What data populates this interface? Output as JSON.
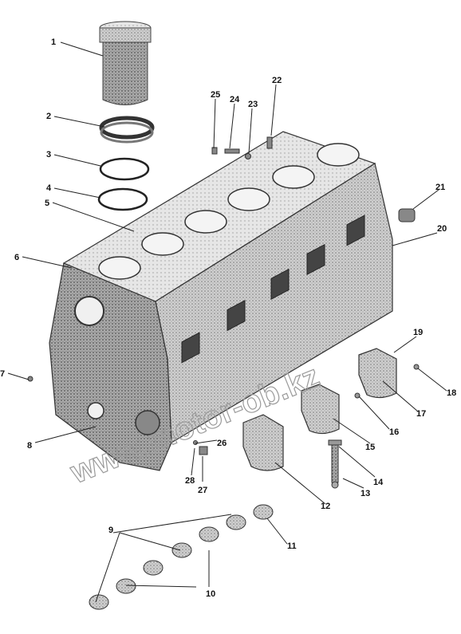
{
  "diagram": {
    "watermark": "www.motor-ob.kz",
    "callouts": [
      "1",
      "2",
      "3",
      "4",
      "5",
      "6",
      "7",
      "8",
      "9",
      "10",
      "11",
      "12",
      "13",
      "14",
      "15",
      "16",
      "17",
      "18",
      "19",
      "20",
      "21",
      "22",
      "23",
      "24",
      "25",
      "26",
      "27",
      "28"
    ]
  }
}
